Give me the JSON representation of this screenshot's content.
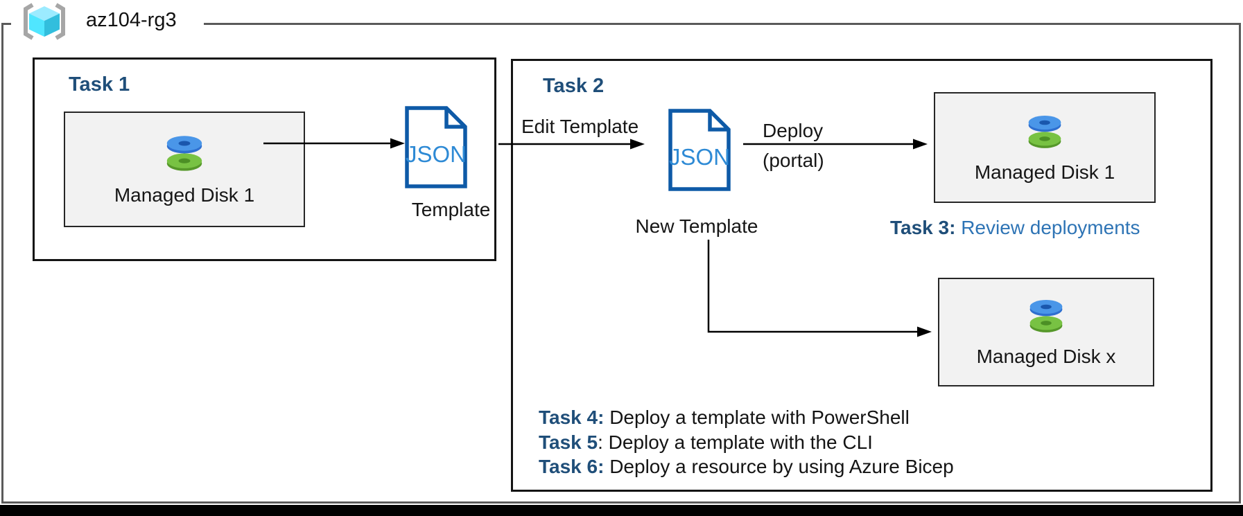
{
  "resource_group": {
    "name": "az104-rg3",
    "icon": "resource-group-icon"
  },
  "task1": {
    "title": "Task 1",
    "disk": {
      "label": "Managed Disk 1",
      "icon": "managed-disk-icon"
    },
    "template": {
      "label": "Template",
      "file_type": "JSON",
      "icon": "json-file-icon"
    }
  },
  "task2": {
    "title": "Task 2",
    "edit_arrow_label": "Edit Template",
    "new_template": {
      "label": "New Template",
      "file_type": "JSON",
      "icon": "json-file-icon"
    },
    "deploy_arrow_label": "Deploy",
    "deploy_arrow_sublabel": "(portal)",
    "disk1": {
      "label": "Managed Disk 1",
      "icon": "managed-disk-icon"
    },
    "diskx": {
      "label": "Managed Disk x",
      "icon": "managed-disk-icon"
    },
    "task3": {
      "label": "Task 3:",
      "text": " Review deployments"
    },
    "task_list": [
      {
        "label": "Task 4:",
        "text": " Deploy a template with PowerShell"
      },
      {
        "label": "Task 5",
        "text": ": Deploy a template with the CLI"
      },
      {
        "label": "Task 6:",
        "text": " Deploy a resource by using Azure Bicep"
      }
    ]
  },
  "colors": {
    "heading_blue": "#1f4e79",
    "task3_text_blue": "#2e74b5",
    "json_border_blue": "#0e5aa7",
    "json_text_blue": "#2e8ad5",
    "disk_blue": "#4a96e8",
    "disk_green": "#78c243",
    "rg_cube_cyan": "#50e6ff",
    "box_fill_gray": "#f2f2f2",
    "frame_gray": "#5a5a5a",
    "arrow_black": "#000000"
  }
}
